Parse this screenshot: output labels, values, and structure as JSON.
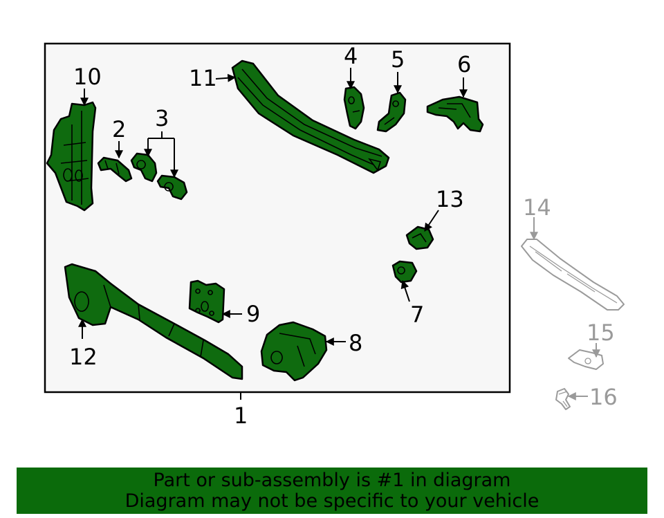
{
  "callouts": {
    "c1": "1",
    "c2": "2",
    "c3": "3",
    "c4": "4",
    "c5": "5",
    "c6": "6",
    "c7": "7",
    "c8": "8",
    "c9": "9",
    "c10": "10",
    "c11": "11",
    "c12": "12",
    "c13": "13",
    "c14": "14",
    "c15": "15",
    "c16": "16"
  },
  "banner": {
    "line1": "Part or sub-assembly is #1 in diagram",
    "line2": "Diagram may not be specific to your vehicle"
  },
  "colors": {
    "part_fill": "#0f6b0f",
    "banner_bg": "#0b6b0b",
    "panel_bg": "#f7f7f7",
    "not_included": "#9a9a9a"
  }
}
